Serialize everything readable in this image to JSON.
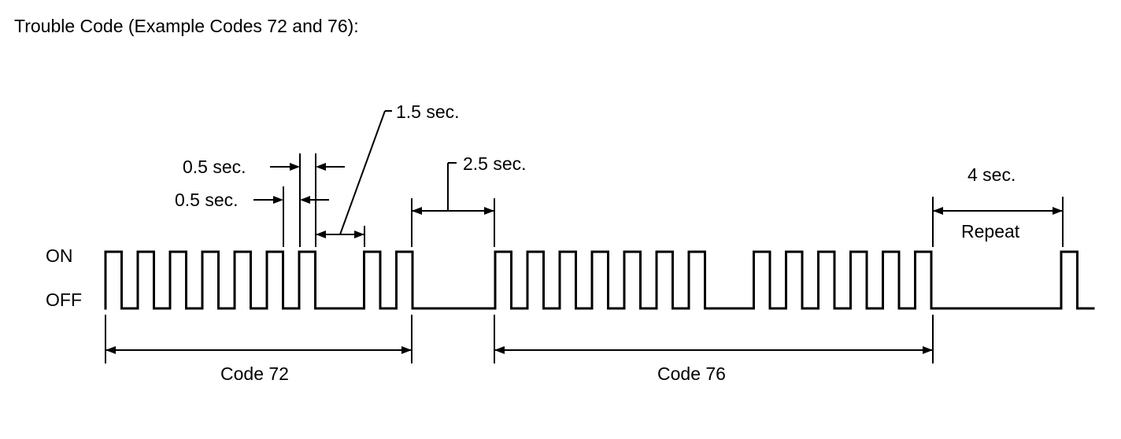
{
  "title": "Trouble Code (Example Codes 72 and 76):",
  "signal_labels": {
    "on": "ON",
    "off": "OFF"
  },
  "annotations": {
    "on_width": "0.5 sec.",
    "off_width": "0.5 sec.",
    "digit_gap": "1.5 sec.",
    "code_gap": "2.5 sec.",
    "repeat_gap": "4 sec.",
    "repeat": "Repeat"
  },
  "codes": [
    {
      "label": "Code 72",
      "digits": [
        7,
        2
      ]
    },
    {
      "label": "Code 76",
      "digits": [
        7,
        6
      ]
    }
  ]
}
